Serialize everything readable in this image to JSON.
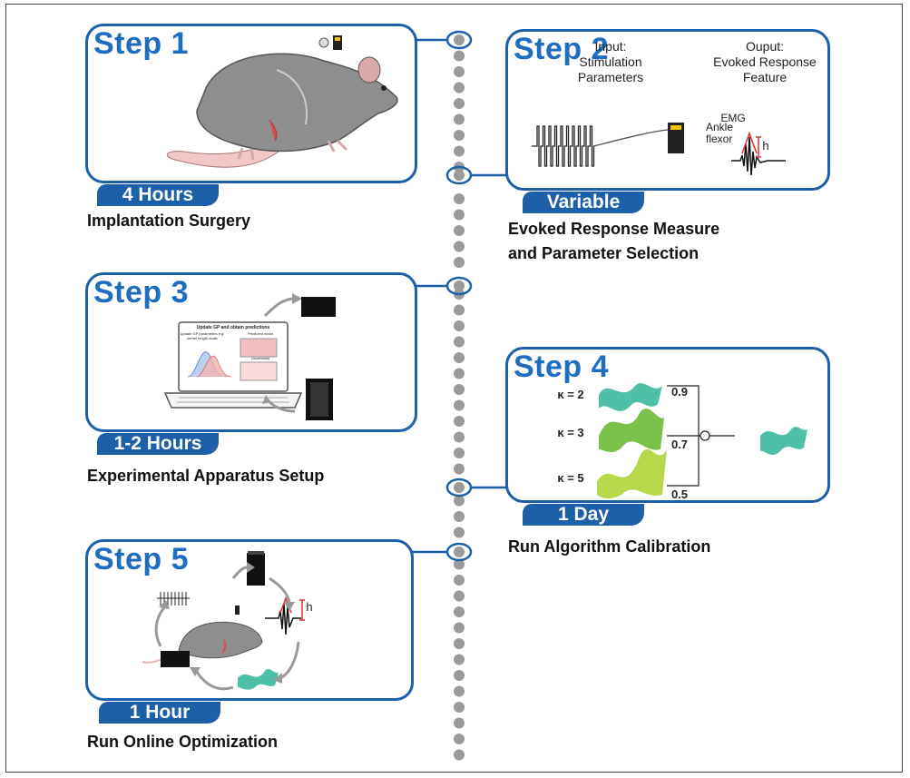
{
  "steps": [
    {
      "label": "Step 1",
      "duration": "4 Hours",
      "caption_lines": [
        "Implantation Surgery"
      ]
    },
    {
      "label": "Step 2",
      "duration": "Variable",
      "caption_lines": [
        "Evoked Response Measure",
        "and Parameter Selection"
      ],
      "input_label": [
        "Input:",
        "Stimulation",
        "Parameters"
      ],
      "output_label": [
        "Ouput:",
        "Evoked Response",
        "Feature"
      ],
      "emg_label": "EMG",
      "ankle_label": [
        "Ankle",
        "flexor"
      ],
      "h_label": "h"
    },
    {
      "label": "Step 3",
      "duration": "1-2 Hours",
      "caption_lines": [
        "Experimental Apparatus Setup"
      ],
      "screen_title": "Update GP and obtain predictions",
      "screen_sub": "Update GP parameters e.g. kernel length-scale",
      "screen_pred": "Predicted mean",
      "screen_unc": "Uncertainty"
    },
    {
      "label": "Step 4",
      "duration": "1 Day",
      "caption_lines": [
        "Run Algorithm Calibration"
      ],
      "kappas": [
        "κ = 2",
        "κ = 3",
        "κ = 5"
      ],
      "weights": [
        "0.9",
        "0.7",
        "0.5"
      ]
    },
    {
      "label": "Step 5",
      "duration": "1 Hour",
      "caption_lines": [
        "Run Online Optimization"
      ],
      "h_label": "h"
    }
  ],
  "colors": {
    "accent": "#1d5fa8",
    "step_text": "#1d6ec0",
    "timeline_dot": "#9a9a9a",
    "gp_teal": "#4fc0a8",
    "gp_green": "#7cc24a",
    "gp_lime": "#b7d84a"
  }
}
